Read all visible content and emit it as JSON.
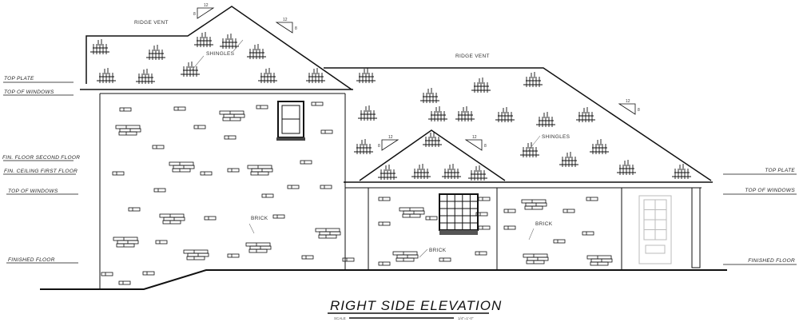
{
  "title": "RIGHT SIDE ELEVATION",
  "scale": {
    "label": "SCALE",
    "value": "1/4\"=1'-0\""
  },
  "left_levels": [
    "TOP PLATE",
    "TOP OF WINDOWS",
    "FIN. FLOOR SECOND FLOOR",
    "FIN. CEILING FIRST FLOOR",
    "TOP OF WINDOWS",
    "FINISHED FLOOR"
  ],
  "right_levels": [
    "TOP PLATE",
    "TOP OF WINDOWS",
    "FINISHED FLOOR"
  ],
  "notes": {
    "ridge_vent_1": "RIDGE VENT",
    "ridge_vent_2": "RIDGE VENT",
    "shingles_1": "SHINGLES",
    "shingles_2": "SHINGLES",
    "brick_1": "BRICK",
    "brick_2": "BRICK",
    "brick_3": "BRICK"
  },
  "pitch": {
    "run": "12",
    "rise": "8"
  }
}
